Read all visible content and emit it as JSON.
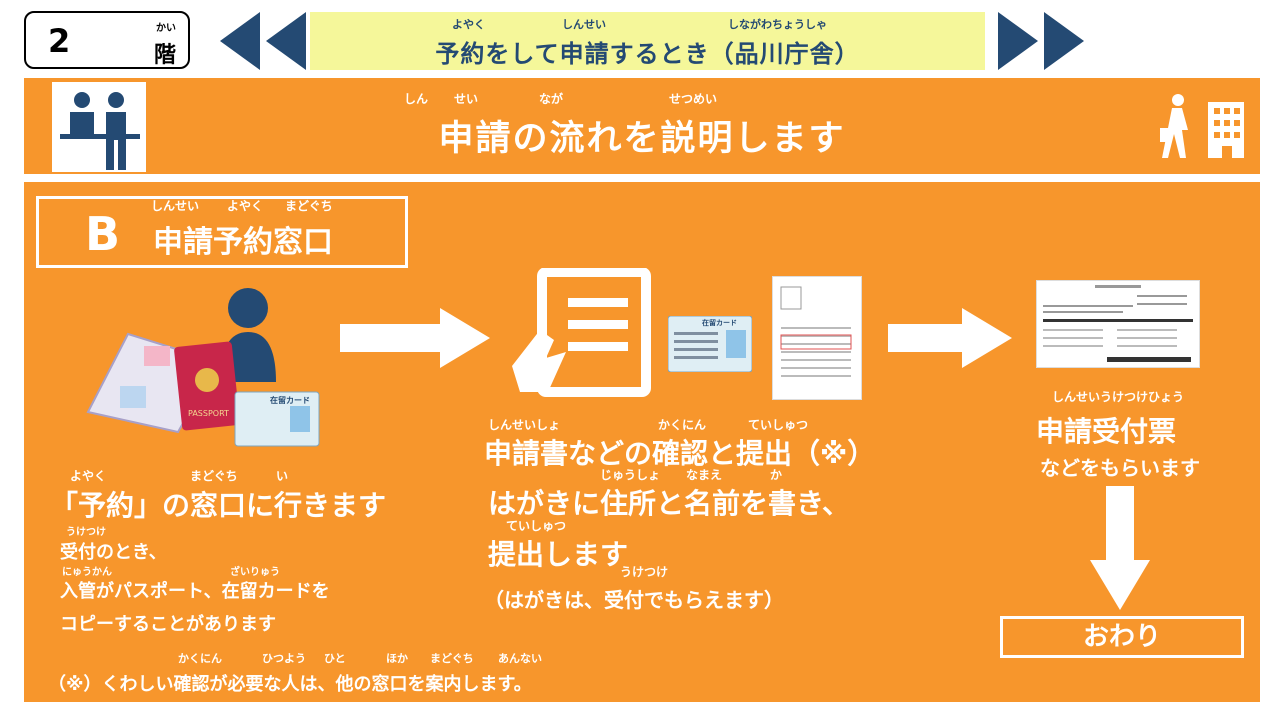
{
  "floor": {
    "number": "2",
    "label": "階",
    "label_ruby": "かい"
  },
  "banner": {
    "title": "予約をして申請するとき（品川庁舎）",
    "ruby": [
      "よやく",
      "しんせい",
      "しながわちょうしゃ"
    ]
  },
  "header": {
    "title": "申請の流れを説明します",
    "ruby": [
      "しん",
      "せい",
      "なが",
      "せつめい"
    ]
  },
  "section": {
    "letter": "B",
    "name": "申請予約窓口",
    "ruby": [
      "しんせい",
      "よやく",
      "まどぐち"
    ]
  },
  "step1": {
    "heading": "「予約」の窓口に行きます",
    "heading_ruby": [
      "よやく",
      "まどぐち",
      "い"
    ],
    "line1": "受付のとき、",
    "line1_ruby": "うけつけ",
    "line2": "入管がパスポート、在留カードを",
    "line2_ruby": [
      "にゅうかん",
      "ざいりゅう"
    ],
    "line3": "コピーすることがあります",
    "passport_text": "PASSPORT",
    "card_title": "在留カード"
  },
  "step2": {
    "line1": "申請書などの確認と提出（※）",
    "line1_ruby": [
      "しんせいしょ",
      "かくにん",
      "ていしゅつ"
    ],
    "line2": "はがきに住所と名前を書き、",
    "line2_ruby": [
      "じゅうしょ",
      "なまえ",
      "か"
    ],
    "line3": "提出します",
    "line3_ruby": "ていしゅつ",
    "line4": "（はがきは、受付でもらえます）",
    "line4_ruby": "うけつけ",
    "card_title": "在留カード"
  },
  "step3": {
    "line1": "申請受付票",
    "line1_ruby": "しんせいうけつけひょう",
    "line2": "などをもらいます",
    "end": "おわり"
  },
  "footnote": {
    "text": "（※）くわしい確認が必要な人は、他の窓口を案内します。",
    "ruby": [
      "かくにん",
      "ひつよう",
      "ひと",
      "ほか",
      "まどぐち",
      "あんない"
    ]
  },
  "colors": {
    "orange": "#f7962c",
    "navy": "#244a73",
    "banner": "#f5f79a",
    "white": "#ffffff"
  }
}
